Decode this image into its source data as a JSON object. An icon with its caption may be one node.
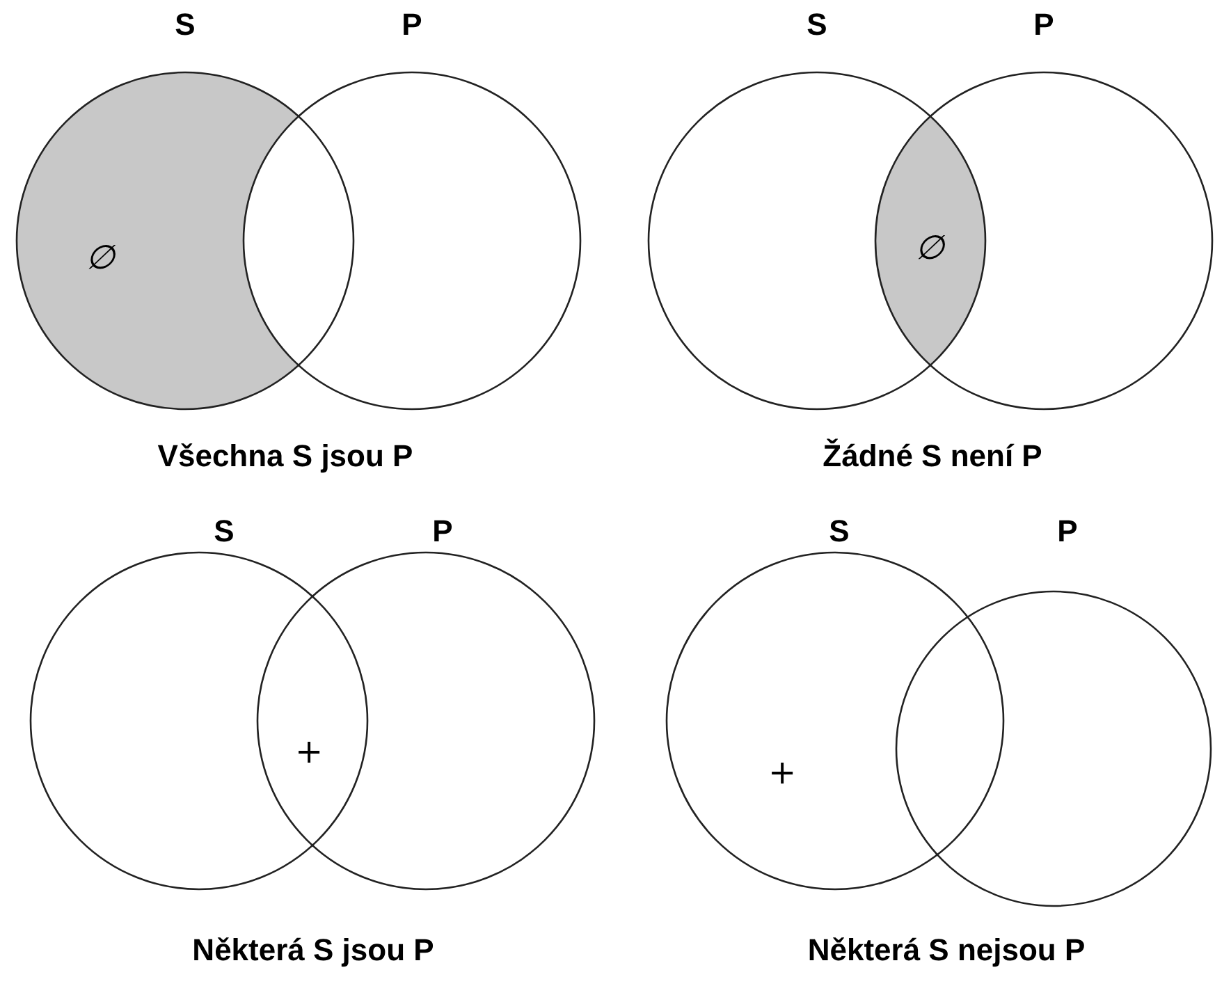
{
  "diagram": {
    "nodes": [
      {
        "text": [
          "S"
        ]
      },
      {
        "text": [
          "P"
        ]
      },
      {
        "text": [
          "S"
        ]
      },
      {
        "text": [
          "P"
        ]
      },
      {
        "text": [
          "S"
        ]
      },
      {
        "text": [
          "P"
        ]
      },
      {
        "text": [
          "S"
        ]
      },
      {
        "text": [
          "P"
        ]
      }
    ],
    "labels": [
      "∅",
      "∅",
      "Všechna S jsou P",
      "Žádné S není P",
      "+",
      "+",
      "Některá S jsou P",
      "Některá S nejsou P"
    ]
  }
}
